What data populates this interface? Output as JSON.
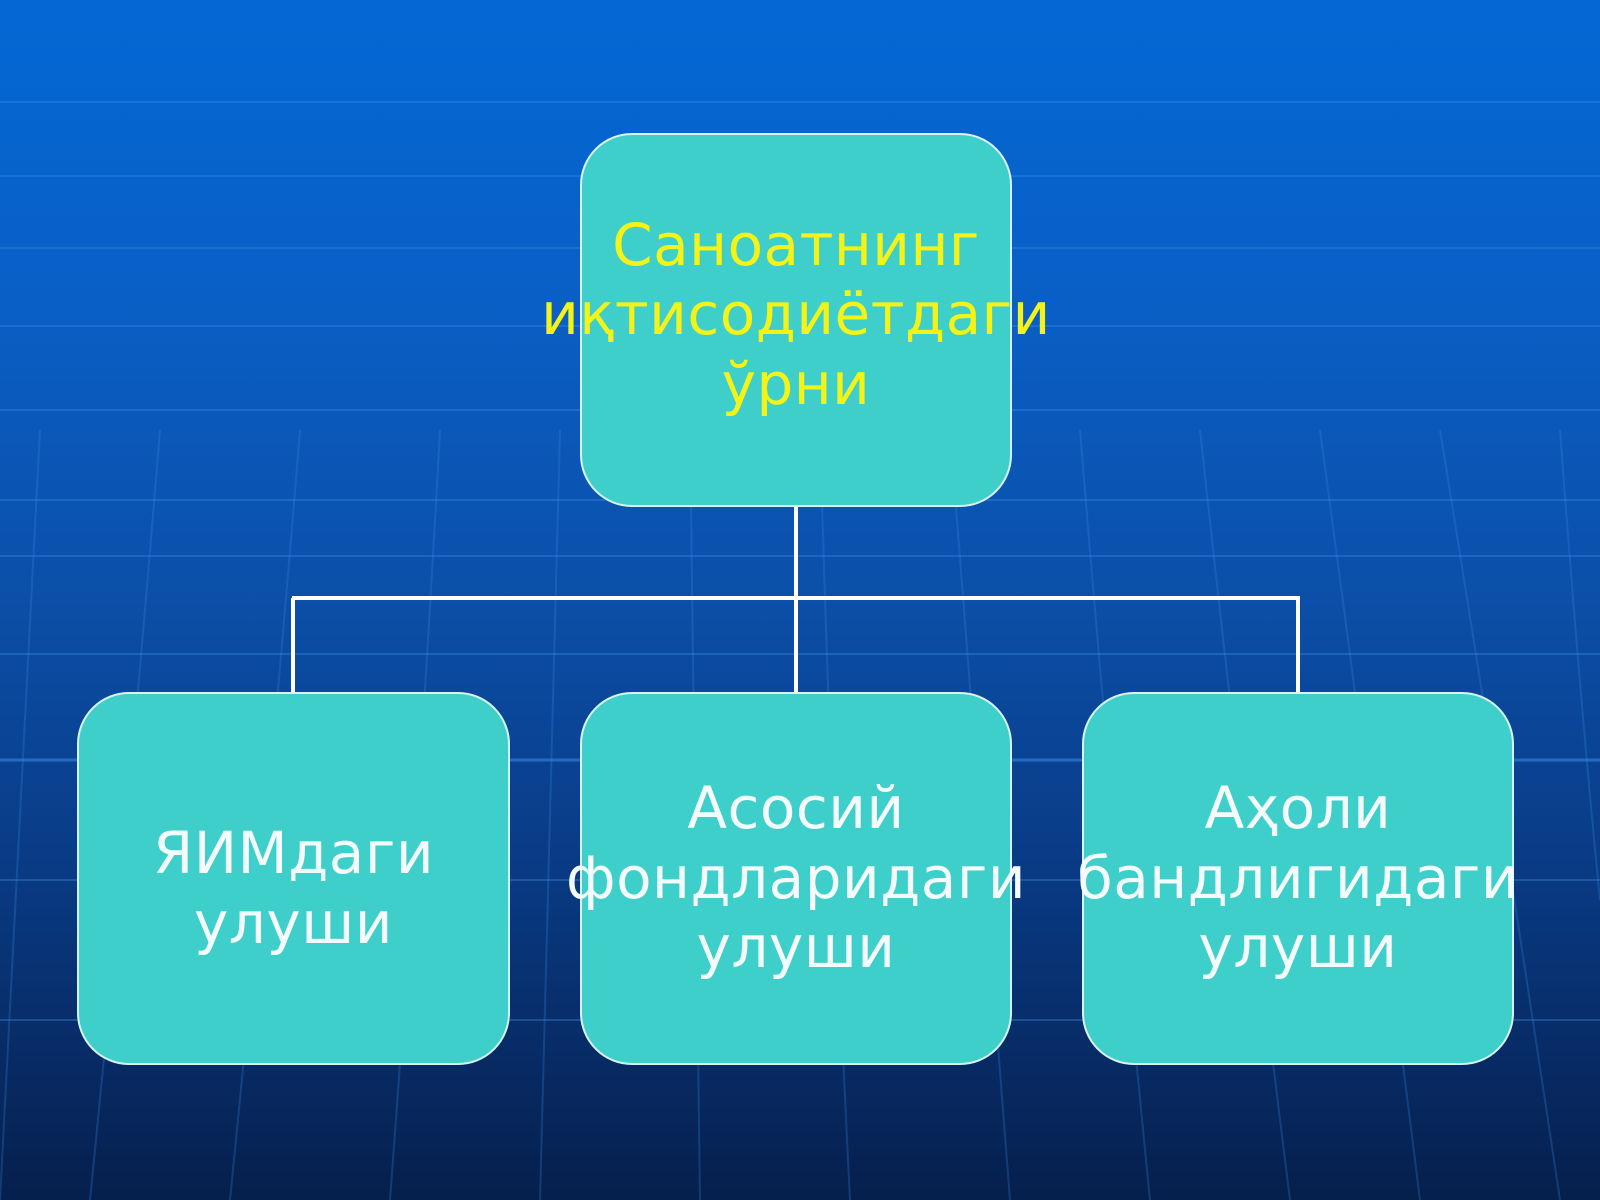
{
  "colors": {
    "background_top": "#0368d4",
    "background_bottom": "#061f4d",
    "box_fill": "#3ecfcb",
    "root_text": "#f3f318",
    "child_text": "#f4fbfb",
    "connector": "#ffffff"
  },
  "diagram": {
    "type": "hierarchy",
    "root": {
      "label": "Саноатнинг\nиқтисодиётдаги\nўрни"
    },
    "children": [
      {
        "label": "ЯИМдаги\nулуши"
      },
      {
        "label": "Асосий\nфондларидаги\nулуши"
      },
      {
        "label": "Аҳоли\nбандлигидаги\nулуши"
      }
    ]
  }
}
